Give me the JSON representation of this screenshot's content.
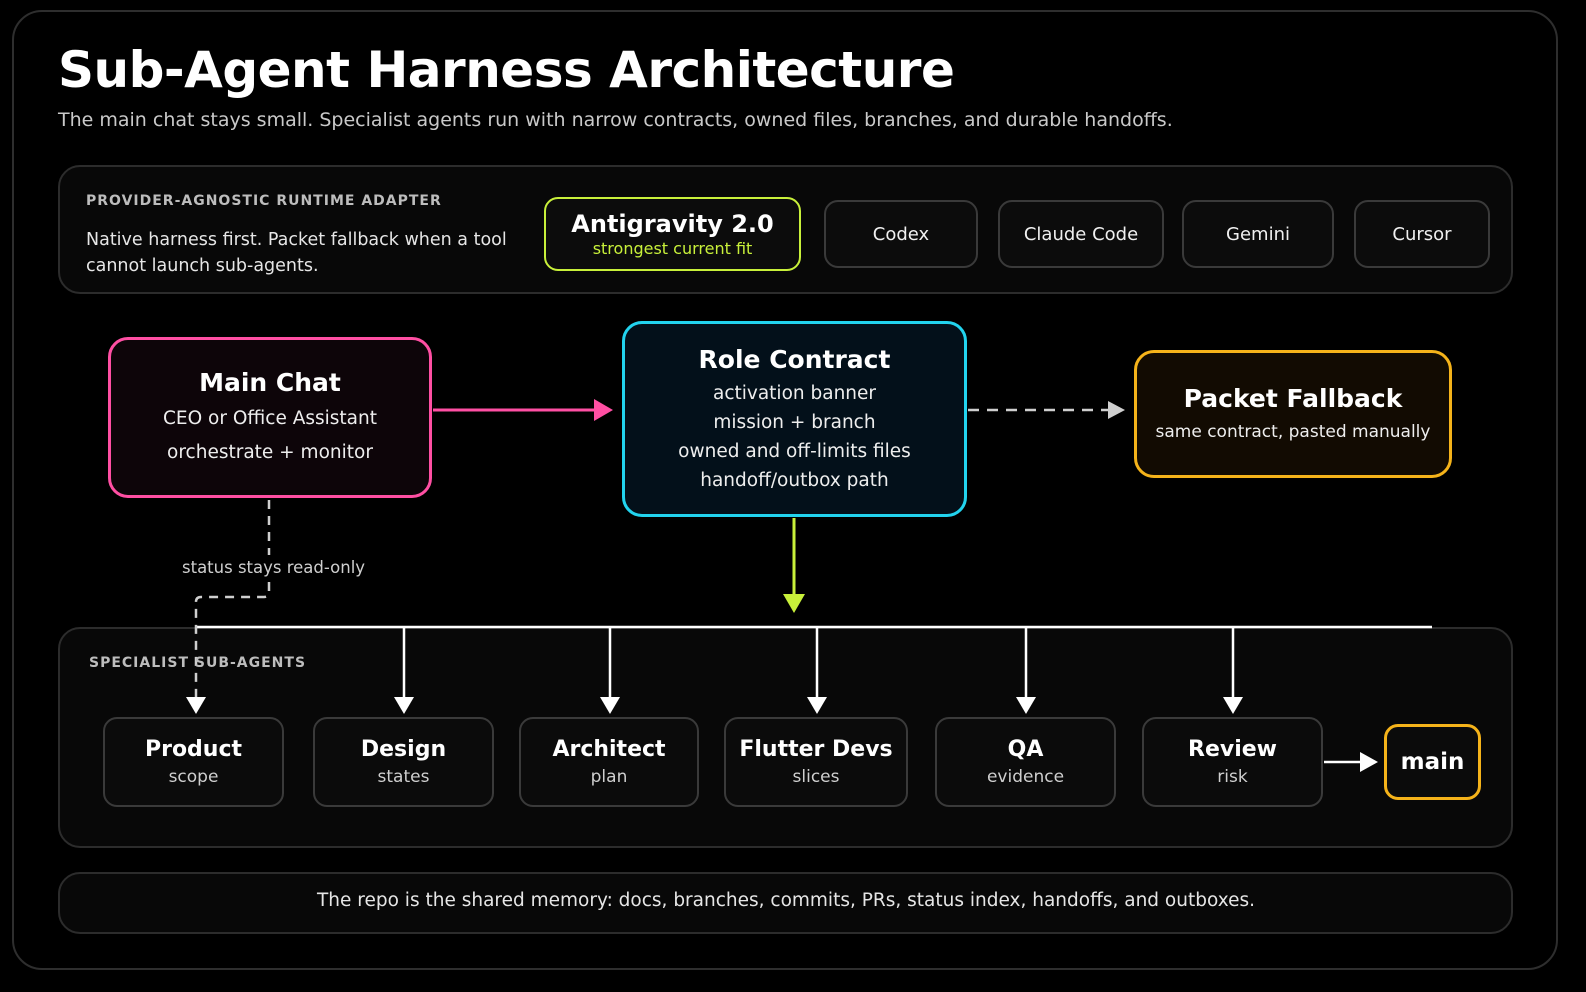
{
  "header": {
    "title": "Sub-Agent Harness Architecture",
    "subtitle": "The main chat stays small. Specialist agents run with narrow contracts, owned files, branches, and durable handoffs."
  },
  "adapter": {
    "label": "PROVIDER-AGNOSTIC RUNTIME ADAPTER",
    "description": "Native harness first. Packet fallback when a tool cannot launch sub-agents.",
    "highlight": {
      "name": "Antigravity 2.0",
      "note": "strongest current fit",
      "color": "#c8f03a"
    },
    "providers": [
      "Codex",
      "Claude Code",
      "Gemini",
      "Cursor"
    ]
  },
  "main_chat": {
    "title": "Main Chat",
    "lines": [
      "CEO or Office Assistant",
      "orchestrate + monitor"
    ],
    "color": "#ff4fa3"
  },
  "role_contract": {
    "title": "Role Contract",
    "lines": [
      "activation banner",
      "mission + branch",
      "owned and off-limits files",
      "handoff/outbox path"
    ],
    "color": "#22d3ee"
  },
  "packet_fallback": {
    "title": "Packet Fallback",
    "lines": [
      "same contract, pasted manually"
    ],
    "color": "#f5b31a"
  },
  "status_note": "status stays read-only",
  "specialists": {
    "label": "SPECIALIST SUB-AGENTS",
    "agents": [
      {
        "name": "Product",
        "role": "scope"
      },
      {
        "name": "Design",
        "role": "states"
      },
      {
        "name": "Architect",
        "role": "plan"
      },
      {
        "name": "Flutter Devs",
        "role": "slices"
      },
      {
        "name": "QA",
        "role": "evidence"
      },
      {
        "name": "Review",
        "role": "risk"
      }
    ],
    "merge_target": "main"
  },
  "footer": "The repo is the shared memory: docs, branches, commits, PRs, status index, handoffs, and outboxes.",
  "colors": {
    "pink": "#ff4fa3",
    "cyan": "#22d3ee",
    "lime": "#c8f03a",
    "amber": "#f5b31a",
    "connector": "#ffffff",
    "dashed": "#cfcfcf"
  }
}
